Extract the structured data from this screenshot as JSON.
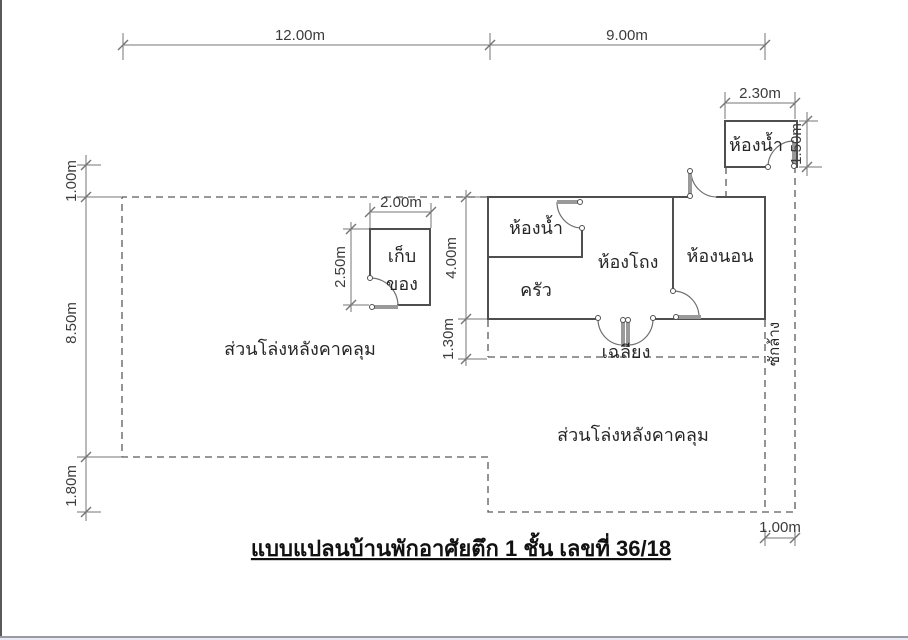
{
  "title": "แบบแปลนบ้านพักอาศัยตึก 1 ชั้น เลขที่ 36/18",
  "dimensions": {
    "top_left_span": "12.00m",
    "top_right_span": "9.00m",
    "outer_bath_width": "2.30m",
    "outer_bath_depth": "1.50m",
    "left_top": "1.00m",
    "left_middle": "8.50m",
    "left_bottom": "1.80m",
    "storage_width": "2.00m",
    "storage_depth": "2.50m",
    "house_depth": "4.00m",
    "porch_depth": "1.30m",
    "washing_width": "1.00m"
  },
  "rooms": {
    "outer_bathroom": "ห้องน้ำ",
    "inner_bathroom": "ห้องน้ำ",
    "kitchen": "ครัว",
    "hall": "ห้องโถง",
    "bedroom": "ห้องนอน",
    "storage_line1": "เก็บ",
    "storage_line2": "ของ",
    "porch": "เฉลียง",
    "washing": "ซักล้าง",
    "open_area_left": "ส่วนโล่งหลังคาคลุม",
    "open_area_right": "ส่วนโล่งหลังคาคลุม"
  },
  "colors": {
    "wall": "#4f4f4f",
    "dimension_line": "#757575",
    "dashed_line": "#5a5a5a",
    "door_leaf": "#9a9a9a",
    "text": "#2e2e2e"
  }
}
